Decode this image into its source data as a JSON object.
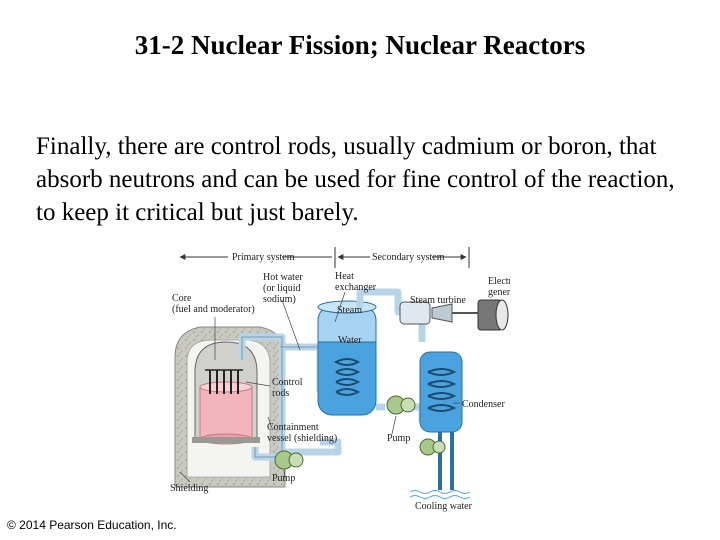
{
  "slide": {
    "title": "31-2 Nuclear Fission; Nuclear Reactors",
    "body": "Finally, there are control rods, usually cadmium or boron, that absorb neutrons and can be used for fine control of the reaction, to keep it critical but just barely.",
    "copyright": "© 2014 Pearson Education, Inc."
  },
  "diagram": {
    "labels": {
      "primary_system": "Primary system",
      "secondary_system": "Secondary system",
      "hot_water_1": "Hot water",
      "hot_water_2": "(or liquid",
      "hot_water_3": "sodium)",
      "heat_exchanger_1": "Heat",
      "heat_exchanger_2": "exchanger",
      "electric_generator_1": "Electric",
      "electric_generator_2": "generator",
      "core_1": "Core",
      "core_2": "(fuel and moderator)",
      "steam_turbine": "Steam turbine",
      "steam": "Steam",
      "water": "Water",
      "control_rods_1": "Control",
      "control_rods_2": "rods",
      "condenser": "Condenser",
      "containment_1": "Containment",
      "containment_2": "vessel (shielding)",
      "pump_secondary": "Pump",
      "pump_primary": "Pump",
      "shielding": "Shielding",
      "cooling_water": "Cooling water"
    },
    "colors": {
      "pipe": "#b8d4e8",
      "water_blue": "#4aa3df",
      "steam_blue": "#a6d3f2",
      "core_pink": "#f2b5bd",
      "shielding_gray": "#c9c9c0",
      "pump_green": "#a9c98a"
    }
  }
}
